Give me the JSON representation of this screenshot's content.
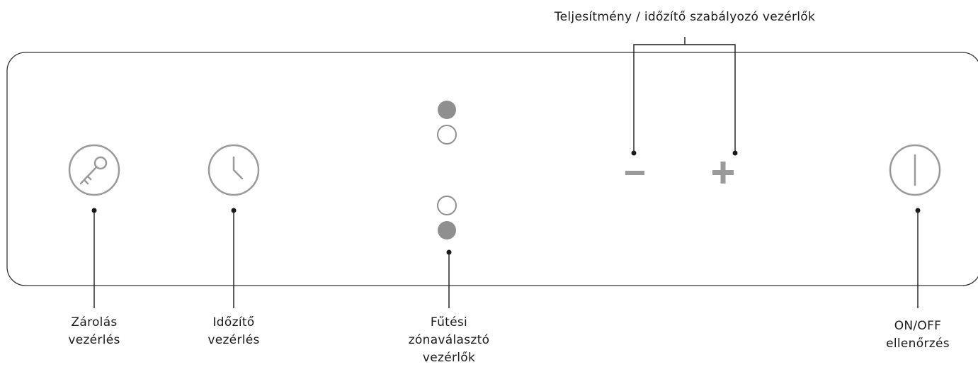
{
  "top_label": "Teljesítmény / időzítő szabályozó vezérlők",
  "controls": {
    "lock": {
      "icon": "key-icon",
      "line1": "Zárolás",
      "line2": "vezérlés"
    },
    "timer": {
      "icon": "clock-icon",
      "line1": "Időzítő",
      "line2": "vezérlés"
    },
    "zone": {
      "icon": "zone-indicator-dots",
      "line1": "Fűtési",
      "line2": "zónaválasztó",
      "line3": "vezérlők"
    },
    "power": {
      "icon": "power-icon",
      "line1": "ON/OFF",
      "line2": "ellenőrzés"
    },
    "minus": {
      "icon": "minus-icon"
    },
    "plus": {
      "icon": "plus-icon"
    }
  },
  "colors": {
    "panel_outline": "#333333",
    "icon": "#9a9a9a",
    "leader": "#1a1a1a",
    "zone_filled": "#8f8f8f"
  }
}
